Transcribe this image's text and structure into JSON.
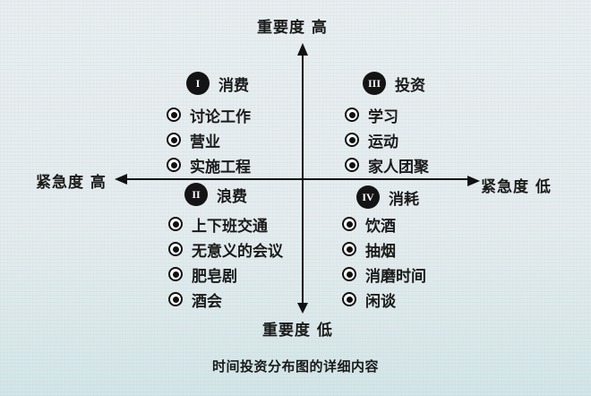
{
  "axes": {
    "top_label": "重要度 高",
    "bottom_label": "重要度 低",
    "left_label": "紧急度 高",
    "right_label": "紧急度 低"
  },
  "quadrants": [
    {
      "numeral": "I",
      "title": "消费",
      "items": [
        "讨论工作",
        "营业",
        "实施工程"
      ]
    },
    {
      "numeral": "III",
      "title": "投资",
      "items": [
        "学习",
        "运动",
        "家人团聚"
      ]
    },
    {
      "numeral": "II",
      "title": "浪费",
      "items": [
        "上下班交通",
        "无意义的会议",
        "肥皂剧",
        "酒会"
      ]
    },
    {
      "numeral": "IV",
      "title": "消耗",
      "items": [
        "饮酒",
        "抽烟",
        "消磨时间",
        "闲谈"
      ]
    }
  ],
  "caption": "时间投资分布图的详细内容",
  "colors": {
    "ink": "#141414",
    "background": "#e8eef0"
  }
}
